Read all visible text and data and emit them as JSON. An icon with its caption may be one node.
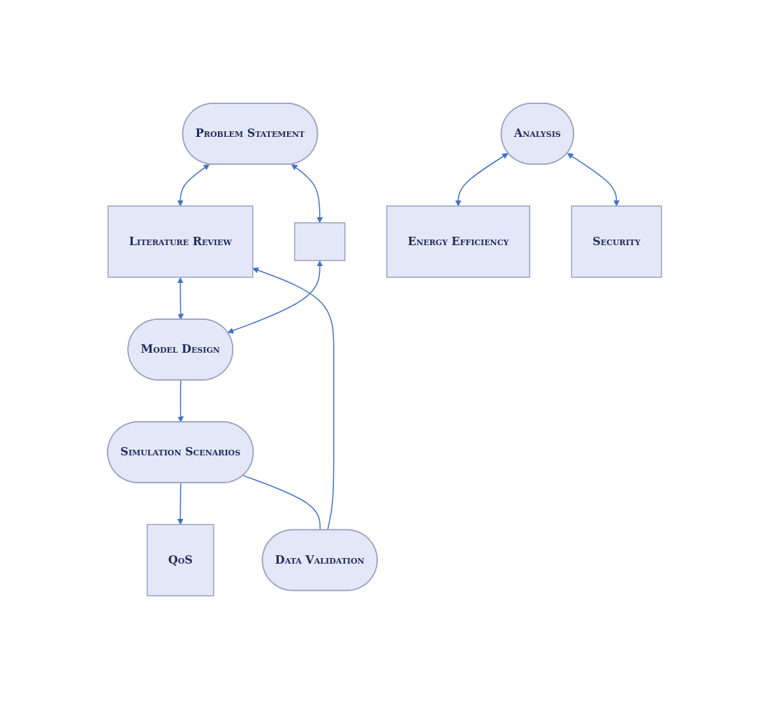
{
  "diagram": {
    "nodes": [
      {
        "text": [
          "Problem Statement"
        ]
      },
      {
        "text": [
          "Literature Review"
        ]
      },
      {
        "text": [],
        "shape": "box"
      },
      {
        "text": [
          "Model Design"
        ]
      },
      {
        "text": [
          "Simulation Scenarios"
        ]
      },
      {
        "text": [
          "QoS"
        ]
      },
      {
        "text": [
          "Energy Efficiency"
        ]
      },
      {
        "text": [
          "Analysis"
        ]
      },
      {
        "text": [
          "Security"
        ]
      },
      {
        "text": [
          "Data Validation"
        ]
      }
    ],
    "edges": [
      {
        "from": 0,
        "to": 1,
        "arrow": "both"
      },
      {
        "from": 0,
        "to": 2,
        "arrow": "both"
      },
      {
        "from": 1,
        "to": 3,
        "arrow": "both"
      },
      {
        "from": 2,
        "to": 3,
        "arrow": "both"
      },
      {
        "from": 3,
        "to": 4,
        "arrow": "to"
      },
      {
        "from": 4,
        "to": 5,
        "arrow": "to"
      },
      {
        "from": 4,
        "to": 9,
        "arrow": "none"
      },
      {
        "from": 7,
        "to": 6,
        "arrow": "both"
      },
      {
        "from": 7,
        "to": 8,
        "arrow": "both"
      },
      {
        "from": 9,
        "to": 1,
        "arrow": "to"
      }
    ]
  }
}
